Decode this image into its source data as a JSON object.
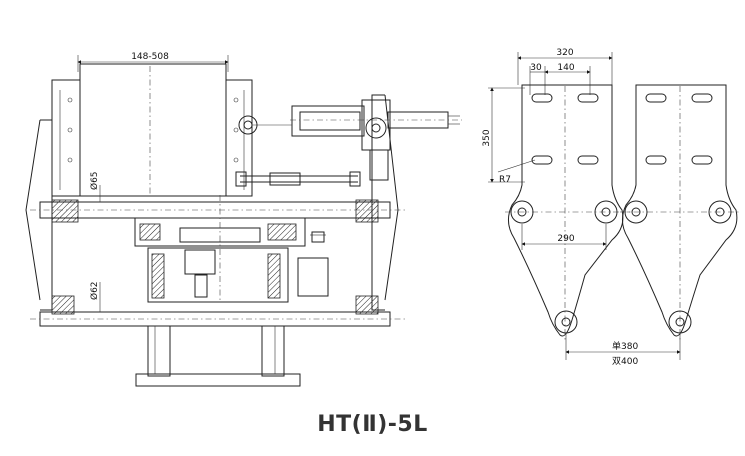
{
  "title": "HT(Ⅱ)-5L",
  "left_view": {
    "dim_width": "148-508",
    "dim_shaft_upper": "Ø65",
    "dim_shaft_lower": "Ø62"
  },
  "right_view": {
    "dim_total_width": "320",
    "dim_offset": "30",
    "dim_slot_spacing": "140",
    "dim_height": "350",
    "dim_radius": "R7",
    "dim_hole_spacing": "290",
    "dim_single": "单380",
    "dim_double": "双400"
  }
}
